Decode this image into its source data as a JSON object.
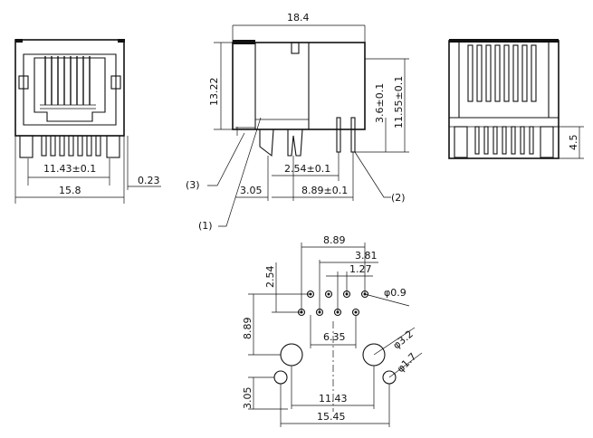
{
  "front_view": {
    "dim_pin_span": "11.43±0.1",
    "dim_width": "15.8",
    "dim_offset": "0.23"
  },
  "side_view": {
    "dim_length": "18.4",
    "dim_height": "13.22",
    "dim_pin_pitch": "2.54±0.1",
    "dim_pin_row": "8.89±0.1",
    "dim_post_offset": "3.05",
    "dim_pin_height": "3.6±0.1",
    "dim_body_height": "11.55±0.1",
    "callout_1": "(1)",
    "callout_2": "(2)",
    "callout_3": "(3)"
  },
  "rear_view": {
    "dim_tail": "4.5"
  },
  "footprint": {
    "dim_row_span": "8.89",
    "dim_3_81": "3.81",
    "dim_1_27": "1.27",
    "dim_2_54": "2.54",
    "dim_pin_dia": "φ0.9",
    "dim_8_89_vert": "8.89",
    "dim_6_35": "6.35",
    "dim_post_dia": "φ3.2",
    "dim_small_dia": "φ1.7",
    "dim_3_05": "3.05",
    "dim_11_43": "11.43",
    "dim_15_45": "15.45"
  }
}
